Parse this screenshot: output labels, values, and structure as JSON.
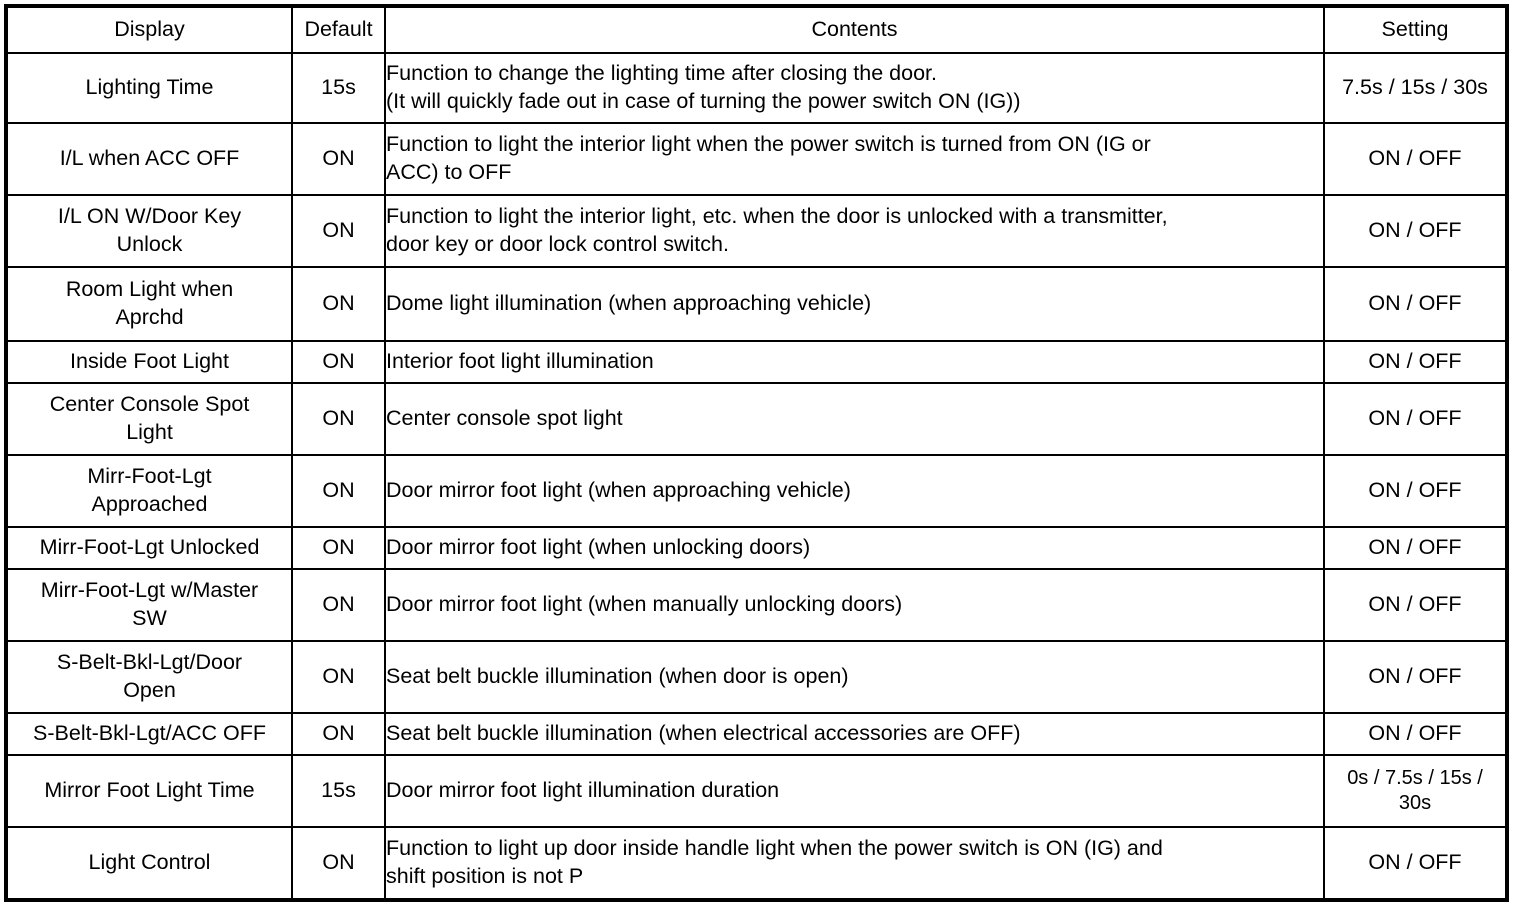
{
  "table": {
    "headers": {
      "display": "Display",
      "default": "Default",
      "contents": "Contents",
      "setting": "Setting"
    },
    "rows": [
      {
        "display": "Lighting Time",
        "default": "15s",
        "contents_line1": "Function to change the lighting time after closing the door.",
        "contents_line2": "(It will quickly fade out in case of turning the power switch ON (IG))",
        "setting": "7.5s / 15s / 30s"
      },
      {
        "display": "I/L when ACC OFF",
        "default": "ON",
        "contents_line1": "Function to light the interior light when the power switch is turned from ON (IG or",
        "contents_line2": "ACC) to OFF",
        "setting": "ON / OFF"
      },
      {
        "display_line1": "I/L ON W/Door Key",
        "display_line2": "Unlock",
        "default": "ON",
        "contents_line1": "Function to light the interior light, etc. when the door is unlocked with a transmitter,",
        "contents_line2": "door key or door lock control switch.",
        "setting": "ON / OFF"
      },
      {
        "display_line1": "Room Light when",
        "display_line2": "Aprchd",
        "default": "ON",
        "contents_line1": "Dome light illumination (when approaching vehicle)",
        "setting": "ON / OFF"
      },
      {
        "display": "Inside Foot Light",
        "default": "ON",
        "contents_line1": "Interior foot light illumination",
        "setting": "ON / OFF"
      },
      {
        "display_line1": "Center Console Spot",
        "display_line2": "Light",
        "default": "ON",
        "contents_line1": "Center console spot light",
        "setting": "ON / OFF"
      },
      {
        "display_line1": "Mirr-Foot-Lgt",
        "display_line2": "Approached",
        "default": "ON",
        "contents_line1": "Door mirror foot light (when approaching vehicle)",
        "setting": "ON / OFF"
      },
      {
        "display": "Mirr-Foot-Lgt Unlocked",
        "default": "ON",
        "contents_line1": "Door mirror foot light (when unlocking doors)",
        "setting": "ON / OFF"
      },
      {
        "display_line1": "Mirr-Foot-Lgt w/Master",
        "display_line2": "SW",
        "default": "ON",
        "contents_line1": "Door mirror foot light (when manually unlocking doors)",
        "setting": "ON / OFF"
      },
      {
        "display_line1": "S-Belt-Bkl-Lgt/Door",
        "display_line2": "Open",
        "default": "ON",
        "contents_line1": "Seat belt buckle illumination (when door is open)",
        "setting": "ON / OFF"
      },
      {
        "display": "S-Belt-Bkl-Lgt/ACC OFF",
        "default": "ON",
        "contents_line1": "Seat belt buckle illumination (when electrical accessories are OFF)",
        "setting": "ON / OFF"
      },
      {
        "display": "Mirror Foot Light Time",
        "default": "15s",
        "contents_line1": "Door mirror foot light illumination duration",
        "setting_line1": "0s / 7.5s / 15s /",
        "setting_line2": "30s"
      },
      {
        "display": "Light Control",
        "default": "ON",
        "contents_line1": "Function to light up door inside handle light when the power switch is ON (IG) and",
        "contents_line2": "shift position is not P",
        "setting": "ON / OFF"
      }
    ]
  }
}
